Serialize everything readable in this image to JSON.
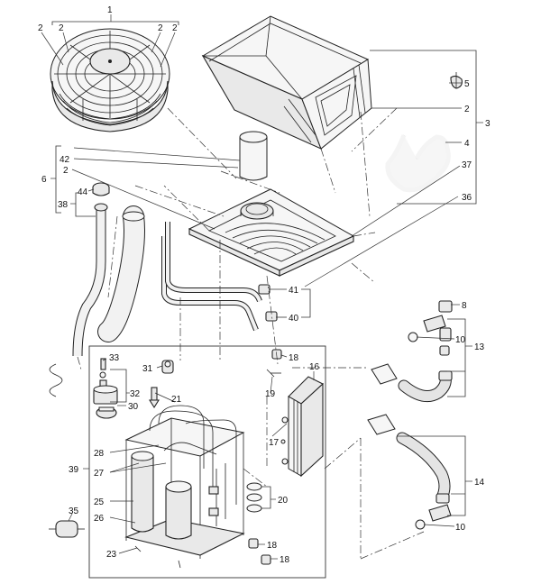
{
  "callouts": {
    "c1": "1",
    "c2_a": "2",
    "c2_b": "2",
    "c2_c": "2",
    "c2_d": "2",
    "c2_e": "2",
    "c2_f": "2",
    "c3": "3",
    "c4": "4",
    "c5": "5",
    "c6": "6",
    "c8": "8",
    "c10_a": "10",
    "c10_b": "10",
    "c13": "13",
    "c14": "14",
    "c16": "16",
    "c17": "17",
    "c18_a": "18",
    "c18_b": "18",
    "c18_c": "18",
    "c19": "19",
    "c20": "20",
    "c21": "21",
    "c23": "23",
    "c25": "25",
    "c26": "26",
    "c27": "27",
    "c28": "28",
    "c30": "30",
    "c31": "31",
    "c32": "32",
    "c33": "33",
    "c35": "35",
    "c36": "36",
    "c37": "37",
    "c38": "38",
    "c39": "39",
    "c40": "40",
    "c41": "41",
    "c42": "42",
    "c44": "44"
  }
}
